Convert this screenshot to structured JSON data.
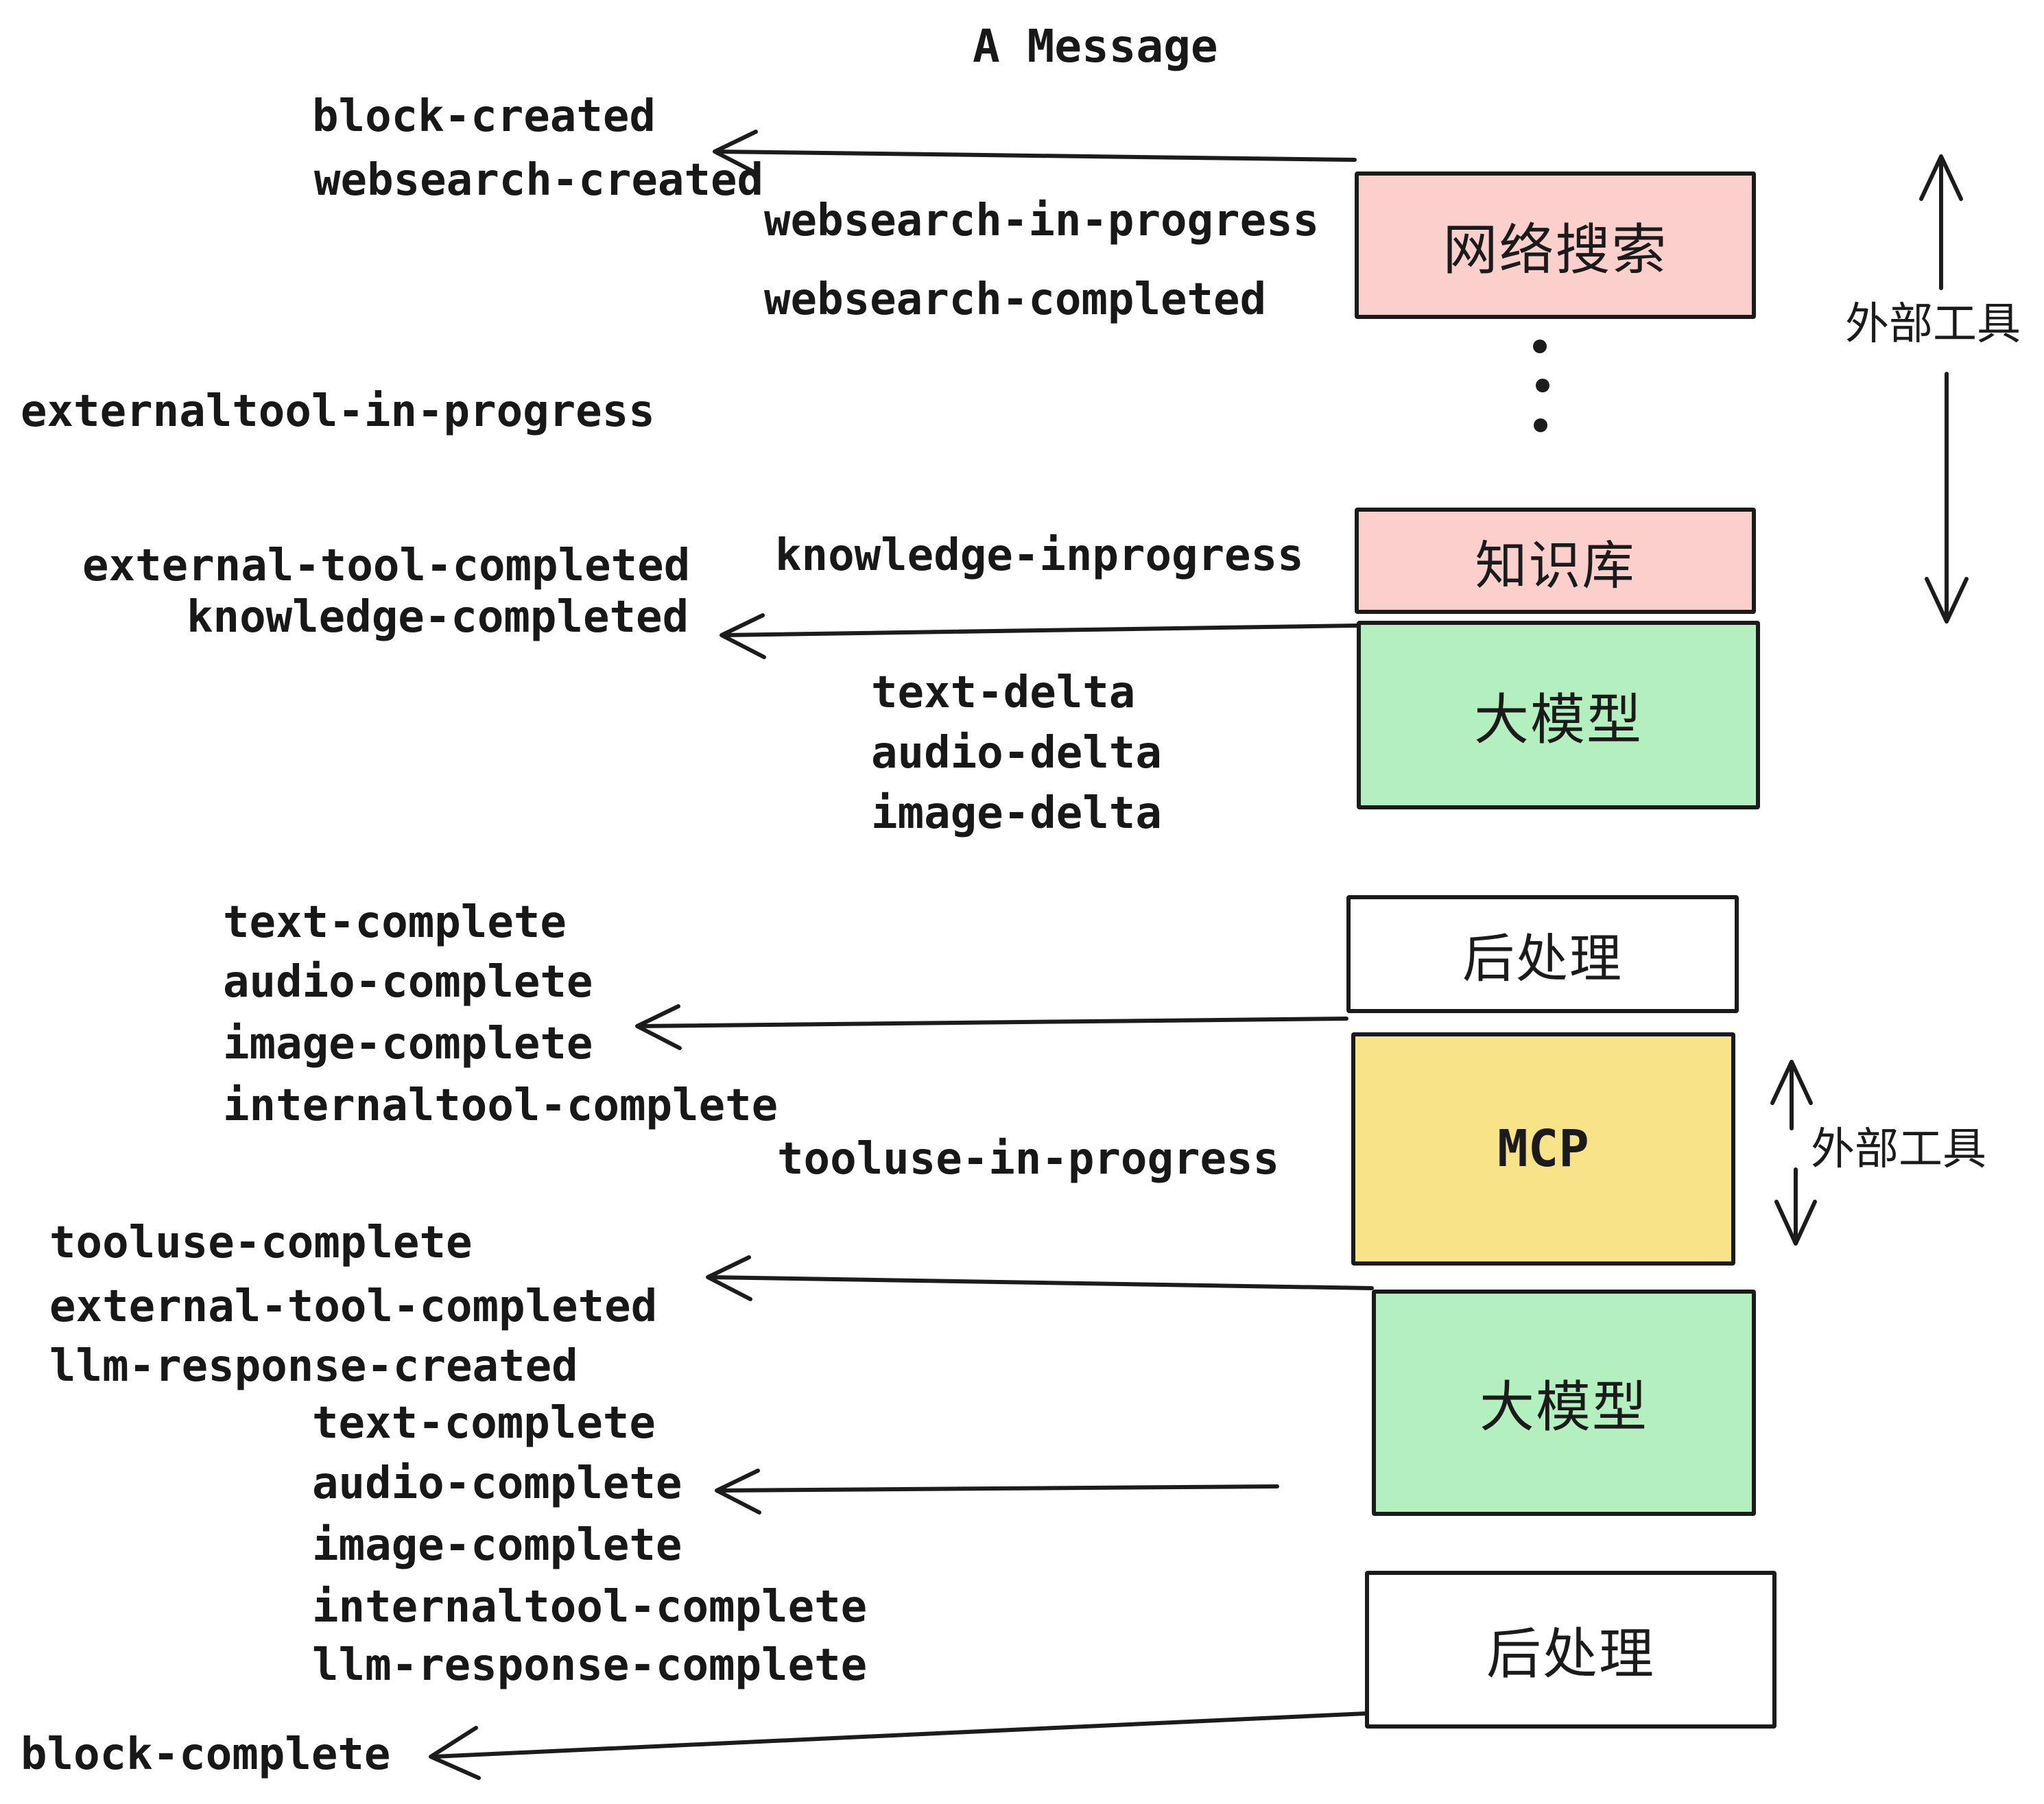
{
  "title": "A Message",
  "colors": {
    "background": "#ffffff",
    "text": "#181818",
    "box_border": "#1b1b1b",
    "pink": "#fbcfcb",
    "green": "#b4efbf",
    "yellow": "#f9e388",
    "white": "#ffffff"
  },
  "events": [
    {
      "id": "block-created",
      "text": "block-created"
    },
    {
      "id": "websearch-created",
      "text": "websearch-created"
    },
    {
      "id": "websearch-in-progress",
      "text": "websearch-in-progress"
    },
    {
      "id": "websearch-completed",
      "text": "websearch-completed"
    },
    {
      "id": "externaltool-in-progress",
      "text": "externaltool-in-progress"
    },
    {
      "id": "knowledge-inprogress",
      "text": "knowledge-inprogress"
    },
    {
      "id": "external-tool-completed-1",
      "text": "external-tool-completed"
    },
    {
      "id": "knowledge-completed",
      "text": "knowledge-completed"
    },
    {
      "id": "text-delta-1",
      "text": "text-delta"
    },
    {
      "id": "audio-delta-1",
      "text": "audio-delta"
    },
    {
      "id": "image-delta-1",
      "text": "image-delta"
    },
    {
      "id": "text-complete-1",
      "text": "text-complete"
    },
    {
      "id": "audio-complete-1",
      "text": "audio-complete"
    },
    {
      "id": "image-complete-1",
      "text": "image-complete"
    },
    {
      "id": "internaltool-complete-1",
      "text": "internaltool-complete"
    },
    {
      "id": "tooluse-in-progress",
      "text": "tooluse-in-progress"
    },
    {
      "id": "tooluse-complete",
      "text": "tooluse-complete"
    },
    {
      "id": "external-tool-completed-2",
      "text": "external-tool-completed"
    },
    {
      "id": "llm-response-created",
      "text": "llm-response-created"
    },
    {
      "id": "text-complete-2",
      "text": "text-complete"
    },
    {
      "id": "audio-complete-2",
      "text": "audio-complete"
    },
    {
      "id": "image-complete-2",
      "text": "image-complete"
    },
    {
      "id": "internaltool-complete-2",
      "text": "internaltool-complete"
    },
    {
      "id": "llm-response-complete",
      "text": "llm-response-complete"
    },
    {
      "id": "block-complete",
      "text": "block-complete"
    }
  ],
  "boxes": [
    {
      "id": "websearch",
      "label": "网络搜索",
      "fill": "pink"
    },
    {
      "id": "knowledge",
      "label": "知识库",
      "fill": "pink"
    },
    {
      "id": "llm-1",
      "label": "大模型",
      "fill": "green"
    },
    {
      "id": "postprocess-1",
      "label": "后处理",
      "fill": "white"
    },
    {
      "id": "mcp",
      "label": "MCP",
      "fill": "yellow"
    },
    {
      "id": "llm-2",
      "label": "大模型",
      "fill": "green"
    },
    {
      "id": "postprocess-2",
      "label": "后处理",
      "fill": "white"
    }
  ],
  "side_labels": [
    {
      "id": "external-tools-1",
      "text": "外部工具"
    },
    {
      "id": "external-tools-2",
      "text": "外部工具"
    }
  ],
  "arrows": [
    {
      "name": "arrow-to-block-created",
      "from": "websearch-box",
      "to": "block-created / websearch-created",
      "direction": "left"
    },
    {
      "name": "arrow-to-knowledge-completed",
      "from": "llm-1-box",
      "to": "knowledge-completed",
      "direction": "left"
    },
    {
      "name": "arrow-to-image-complete",
      "from": "mcp-box-gap",
      "to": "image-complete",
      "direction": "left"
    },
    {
      "name": "arrow-to-tooluse-complete",
      "from": "llm-2-box",
      "to": "tooluse-complete",
      "direction": "left"
    },
    {
      "name": "arrow-to-audio-complete",
      "from": "llm-2-box",
      "to": "audio-complete",
      "direction": "left"
    },
    {
      "name": "arrow-to-block-complete",
      "from": "postprocess-2-box",
      "to": "block-complete",
      "direction": "down-left"
    },
    {
      "name": "external-tools-span-1",
      "from": "websearch-box",
      "to": "llm-1-box",
      "direction": "vertical-double"
    },
    {
      "name": "external-tools-span-2",
      "from": "mcp-box-top",
      "to": "mcp-box-bottom",
      "direction": "vertical-double"
    }
  ]
}
